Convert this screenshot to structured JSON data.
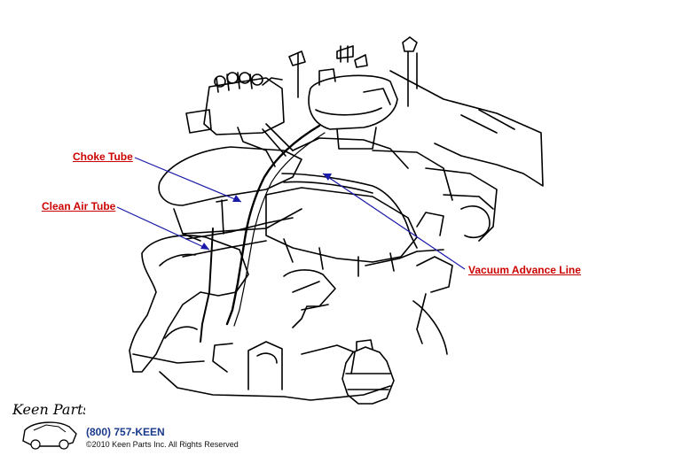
{
  "callouts": {
    "choke_tube": "Choke Tube",
    "clean_air_tube": "Clean Air Tube",
    "vacuum_advance_line": "Vacuum Advance Line"
  },
  "footer": {
    "logo_text": "Keen Parts",
    "phone": "(800) 757-KEEN",
    "copyright": "©2010 Keen Parts Inc. All Rights Reserved"
  },
  "colors": {
    "callout_text": "#cc0000",
    "leader_line": "#1a1aa8",
    "line_art": "#000000",
    "phone_text": "#1a3a8c"
  }
}
